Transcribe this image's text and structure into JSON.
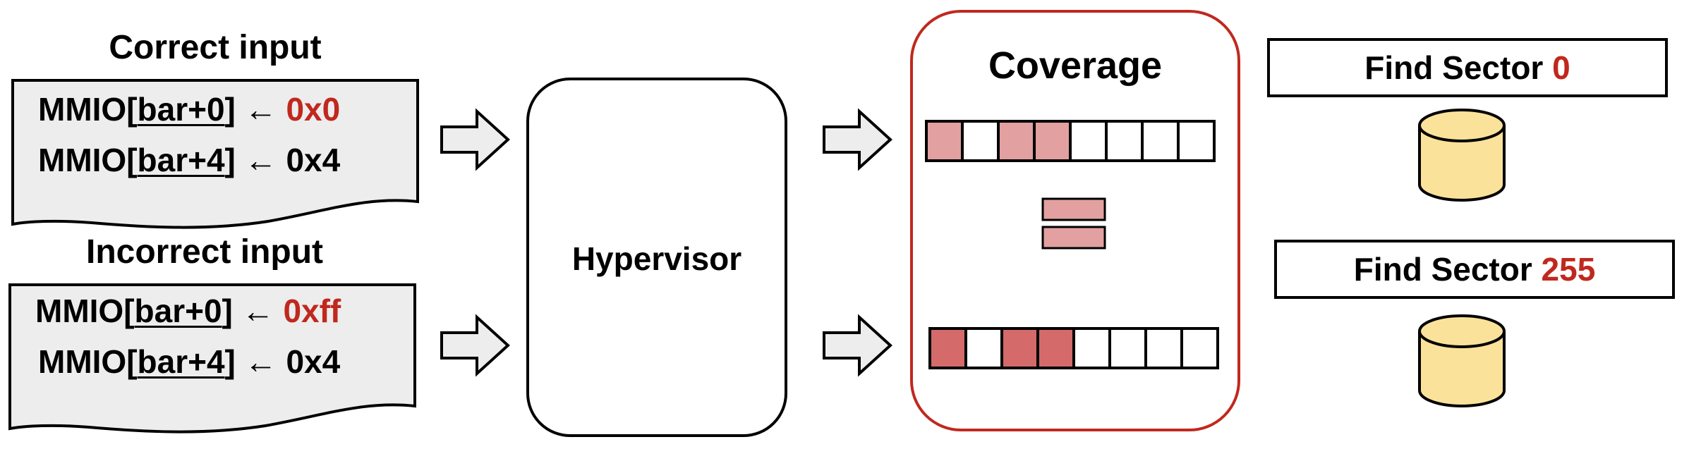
{
  "colors": {
    "accent_red": "#c0281e",
    "card_fill": "#ededed",
    "cell_light": "#e3a0a0",
    "cell_dark": "#d46a6a",
    "disk_fill": "#fbe29a"
  },
  "inputs": {
    "correct": {
      "title": "Correct input",
      "lines": [
        {
          "prefix": "MMIO[",
          "target": "bar+0",
          "suffix": "] ← ",
          "value": "0x0",
          "value_color": "red"
        },
        {
          "prefix": "MMIO[",
          "target": "bar+4",
          "suffix": "] ← ",
          "value": "0x4",
          "value_color": "black"
        }
      ]
    },
    "incorrect": {
      "title": "Incorrect input",
      "lines": [
        {
          "prefix": "MMIO[",
          "target": "bar+0",
          "suffix": "] ← ",
          "value": "0xff",
          "value_color": "red"
        },
        {
          "prefix": "MMIO[",
          "target": "bar+4",
          "suffix": "] ← ",
          "value": "0x4",
          "value_color": "black"
        }
      ]
    }
  },
  "hypervisor": {
    "label": "Hypervisor"
  },
  "coverage": {
    "title": "Coverage",
    "top_bitmap": [
      "light",
      "none",
      "light",
      "light",
      "none",
      "none",
      "none",
      "none"
    ],
    "bottom_bitmap": [
      "dark",
      "none",
      "dark",
      "dark",
      "none",
      "none",
      "none",
      "none"
    ]
  },
  "results": [
    {
      "prefix": "Find Sector ",
      "value": "0",
      "icon": "disk-icon"
    },
    {
      "prefix": "Find Sector ",
      "value": "255",
      "icon": "disk-icon"
    }
  ]
}
